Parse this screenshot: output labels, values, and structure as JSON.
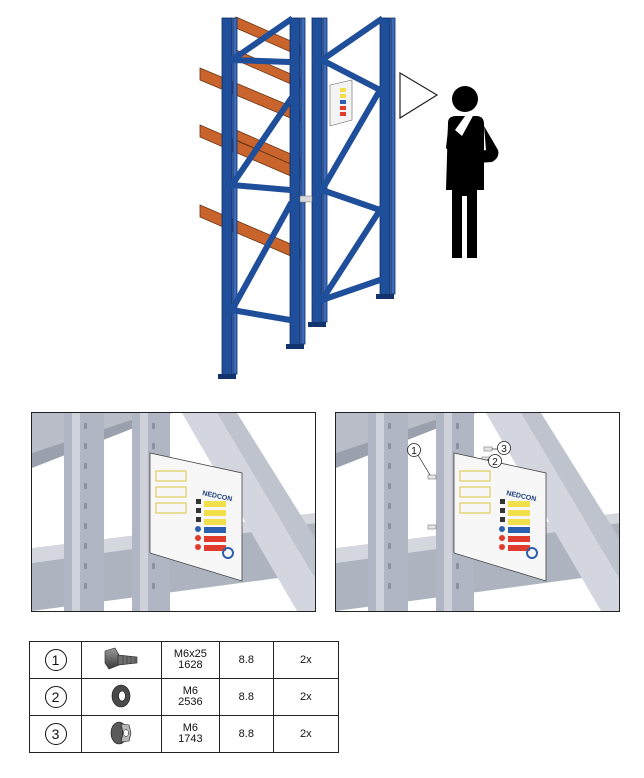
{
  "top": {
    "icons": [
      "pallet-rack-icon",
      "triangle-pointer-icon",
      "person-thinking-icon"
    ]
  },
  "panels": {
    "left": {
      "sign_brand": "NEDCON"
    },
    "right": {
      "sign_brand": "NEDCON",
      "callouts": [
        "1",
        "2",
        "3"
      ]
    }
  },
  "parts": [
    {
      "num": "1",
      "icon": "bolt-icon",
      "code_line1": "M6x25",
      "code_line2": "1628",
      "grade": "8.8",
      "qty": "2x"
    },
    {
      "num": "2",
      "icon": "washer-icon",
      "code_line1": "M6",
      "code_line2": "2536",
      "grade": "8.8",
      "qty": "2x"
    },
    {
      "num": "3",
      "icon": "flange-nut-icon",
      "code_line1": "M6",
      "code_line2": "1743",
      "grade": "8.8",
      "qty": "2x"
    }
  ],
  "colors": {
    "upright": "#1f4e9a",
    "beam": "#c7612a",
    "sign_yellow": "#f2e04b",
    "sign_red": "#e03b2c",
    "sign_blue": "#2c5fb0"
  }
}
